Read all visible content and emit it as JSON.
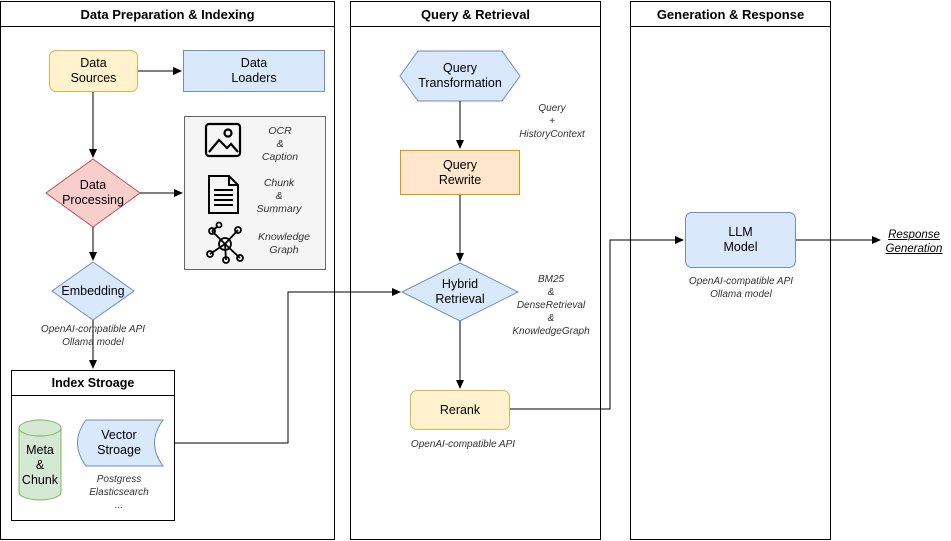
{
  "lanes": {
    "data_prep": "Data Preparation & Indexing",
    "query": "Query & Retrieval",
    "generation": "Generation & Response"
  },
  "nodes": {
    "data_sources": "Data\nSources",
    "data_loaders": "Data\nLoaders",
    "data_processing": "Data\nProcessing",
    "embedding": "Embedding",
    "index_storage": "Index Stroage",
    "meta_chunk": "Meta\n&\nChunk",
    "vector_storage": "Vector\nStroage",
    "query_transformation": "Query\nTransformation",
    "query_rewrite": "Query\nRewrite",
    "hybrid_retrieval": "Hybrid\nRetrieval",
    "rerank": "Rerank",
    "llm_model": "LLM\nModel"
  },
  "processing_items": {
    "ocr": "OCR\n&\nCaption",
    "chunk": "Chunk\n&\nSummary",
    "kg": "Knowledge\nGraph"
  },
  "notes": {
    "embedding_api": "OpenAI-compatible API\nOllama model",
    "vector_backends": "Postgress\nElasticsearch\n...",
    "query_history": "Query\n+\nHistoryContext",
    "retrieval_methods": "BM25\n&\nDenseRetrieval\n&\nKnowledgeGraph",
    "rerank_api": "OpenAI-compatible API",
    "llm_api": "OpenAI-compatible API\nOllama model"
  },
  "output": {
    "response_generation": "Response\nGeneration"
  }
}
